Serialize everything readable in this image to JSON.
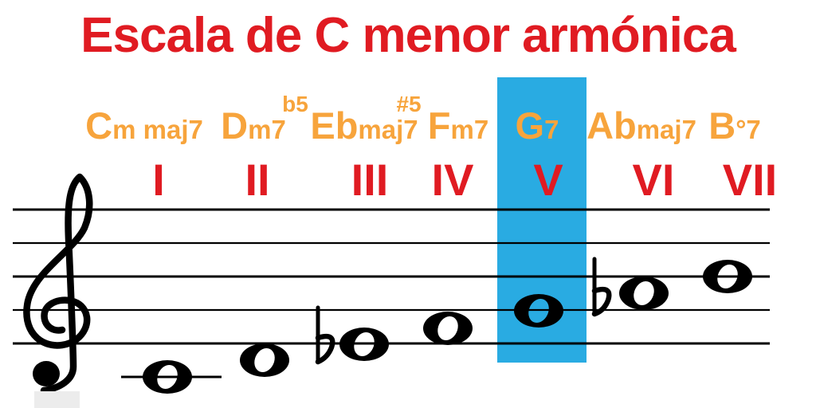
{
  "title": {
    "text": "Escala de C menor armónica"
  },
  "colors": {
    "title_red": "#e01b22",
    "numeral_red": "#e01b22",
    "chord_orange": "#f7a43c",
    "highlight_blue": "#29abe2",
    "staff_black": "#000000"
  },
  "chords": [
    {
      "root": "C",
      "quality": "m maj7",
      "sup": ""
    },
    {
      "root": "D",
      "quality": "m7",
      "sup": "b5"
    },
    {
      "root": "Eb",
      "quality": "maj7",
      "sup": "#5"
    },
    {
      "root": "F",
      "quality": "m7",
      "sup": ""
    },
    {
      "root": "G",
      "quality": "7",
      "sup": ""
    },
    {
      "root": "Ab",
      "quality": "maj7",
      "sup": ""
    },
    {
      "root": "B",
      "quality": "°7",
      "sup": ""
    }
  ],
  "numerals": [
    "I",
    "II",
    "III",
    "IV",
    "V",
    "VI",
    "VII"
  ],
  "highlight": {
    "numeral": "V",
    "chord": "G7"
  },
  "staff": {
    "clef": "treble",
    "notes": [
      {
        "pitch": "C",
        "accidental": "",
        "highlighted": false
      },
      {
        "pitch": "D",
        "accidental": "",
        "highlighted": false
      },
      {
        "pitch": "Eb",
        "accidental": "flat",
        "highlighted": false
      },
      {
        "pitch": "F",
        "accidental": "",
        "highlighted": false
      },
      {
        "pitch": "G",
        "accidental": "",
        "highlighted": true
      },
      {
        "pitch": "Ab",
        "accidental": "flat",
        "highlighted": false
      },
      {
        "pitch": "B",
        "accidental": "",
        "highlighted": false
      }
    ]
  }
}
